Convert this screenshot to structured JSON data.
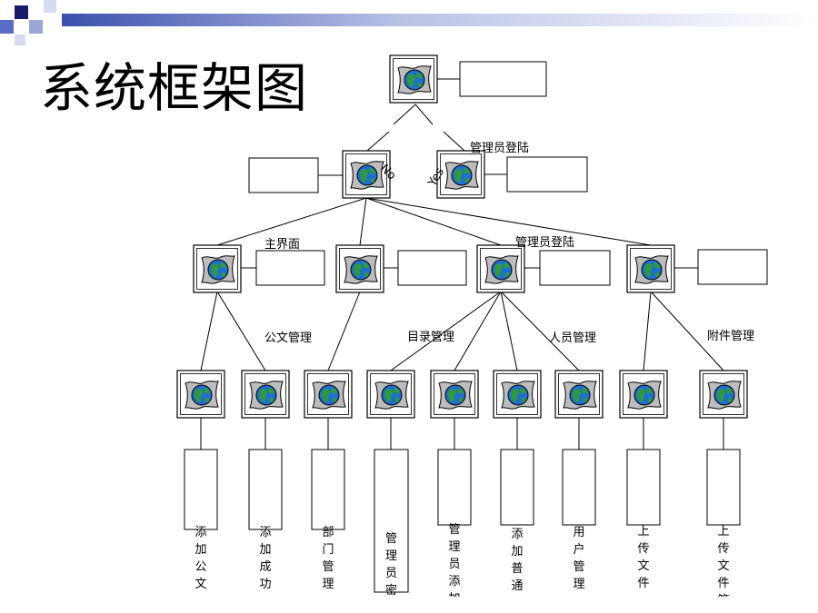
{
  "slide": {
    "title": "系统框架图",
    "accent_colors": [
      "#1a1a6b",
      "#5b6cc4",
      "#9aa6d8",
      "#d6dbef"
    ]
  },
  "edge_labels": {
    "admin_login_top": "管理员登陆",
    "no": "No",
    "yes": "Yes",
    "main_ui": "主界面",
    "admin_login_mid": "管理员登陆",
    "doc_mgmt": "公文管理",
    "dir_mgmt": "目录管理",
    "staff_mgmt": "人员管理",
    "attach_mgmt": "附件管理"
  },
  "leaf_texts": [
    "添加公文",
    "添加成功",
    "部门管理",
    "管理员密",
    "管理员添加",
    "添加普通用",
    "用户管理",
    "上传文件",
    "上传文件管"
  ],
  "icon": "globe-module-icon"
}
